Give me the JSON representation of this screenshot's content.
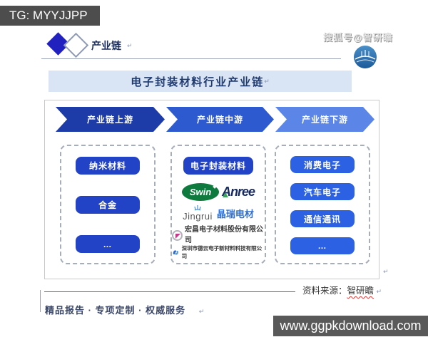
{
  "overlay": {
    "tg_banner": "TG: MYYJJPP",
    "download_banner": "www.ggpkdownload.com"
  },
  "watermark": "搜狐号@智研瞻",
  "return_mark": "↵",
  "brand": {
    "label": "产业链"
  },
  "title": "电子封装材料行业产业链",
  "diagram": {
    "upstream": {
      "header": "产业链上游",
      "items": [
        "纳米材料",
        "合金",
        "…"
      ]
    },
    "midstream": {
      "header": "产业链中游",
      "item": "电子封装材料",
      "companies": {
        "swin": "Swin",
        "anree": "Anree",
        "jingrui_en": "Jingrui",
        "jingrui_cn": "晶瑞电材",
        "hongchang": "宏昌电子材料股份有限公司",
        "deyun": "深圳市德云电子新材料科技有限公司"
      }
    },
    "downstream": {
      "header": "产业链下游",
      "items": [
        "消费电子",
        "汽车电子",
        "通信通讯",
        "…"
      ]
    }
  },
  "source": {
    "label": "资料来源：",
    "name": "智研瞻"
  },
  "footer": {
    "tagline": "精品报告 ·  专项定制 · 权威服务"
  },
  "colors": {
    "upstream_arrow": "#1e3ca8",
    "midstream_arrow": "#2d5ace",
    "downstream_arrow": "#5b86e8",
    "chain_button_dark": "#2343c7",
    "chain_button_light": "#2b61e2",
    "title_bar_bg": "#d9e5f5",
    "banner_bg": "#595959"
  }
}
